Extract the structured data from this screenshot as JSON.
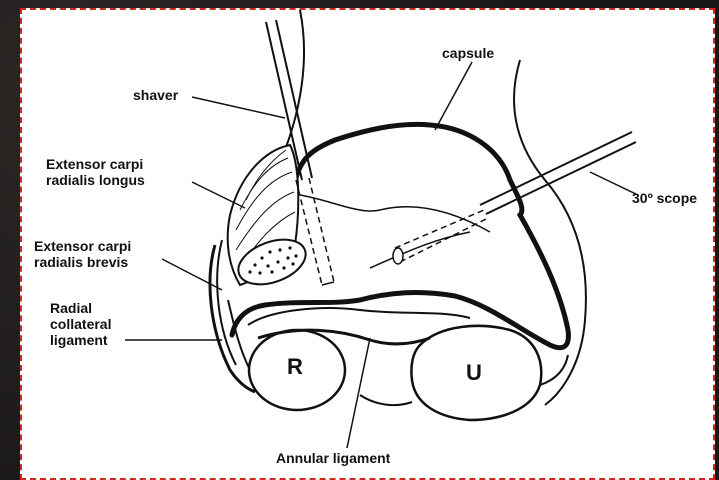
{
  "labels": {
    "shaver": "shaver",
    "capsule": "capsule",
    "ecrl": "Extensor carpi radialis longus",
    "ecrb": "Extensor carpi radialis brevis",
    "rcl": "Radial collateral ligament",
    "scope": "30º scope",
    "annular": "Annular ligament",
    "radius": "R",
    "ulna": "U"
  },
  "colors": {
    "frame_border": "#d0281c",
    "background": "#1f1d1b",
    "ink": "#111111"
  }
}
